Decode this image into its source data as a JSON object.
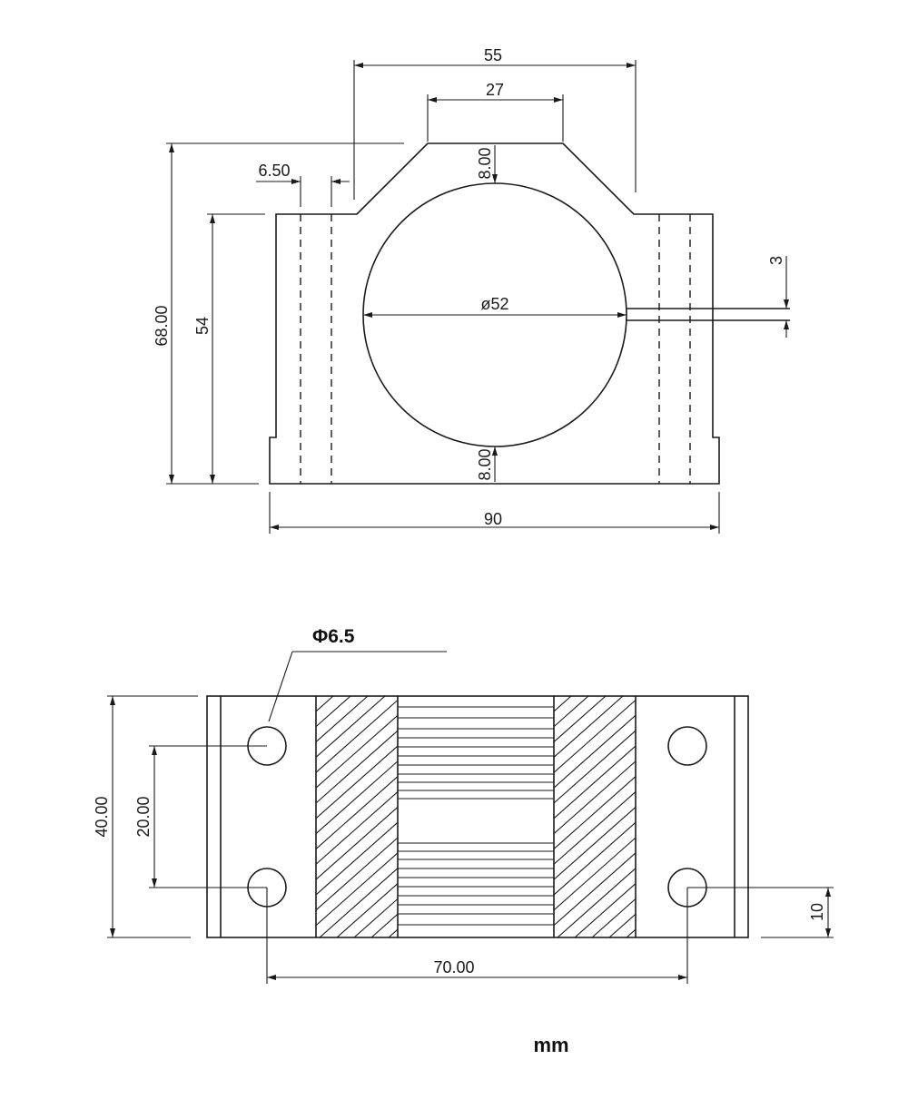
{
  "front_view": {
    "dim_top_outer": "55",
    "dim_top_inner": "27",
    "dim_bolt_offset": "6.50",
    "dim_top_wall": "8.00",
    "dim_bottom_wall": "8.00",
    "dim_slot": "3",
    "dim_bore": "ø52",
    "dim_total_height": "68.00",
    "dim_body_height": "54",
    "dim_width": "90"
  },
  "top_view": {
    "hole_callout": "Φ6.5",
    "dim_depth": "40.00",
    "dim_hole_pitch": "20.00",
    "dim_hole_spacing": "70.00",
    "dim_edge": "10"
  },
  "unit_label": "mm"
}
